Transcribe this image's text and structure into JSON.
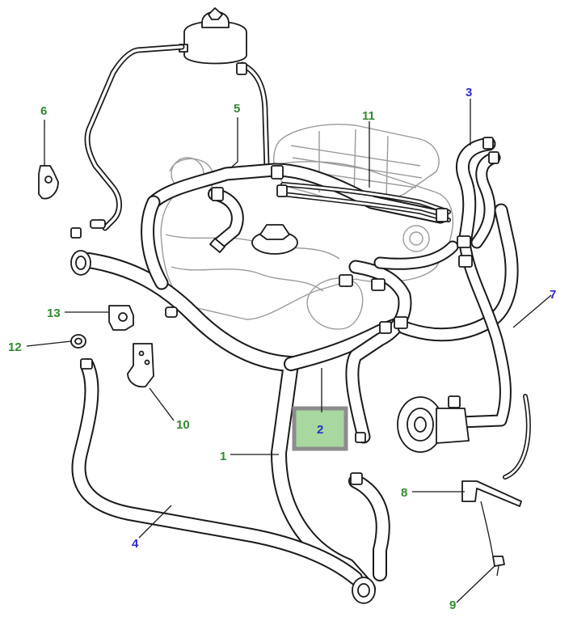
{
  "labels": {
    "1": "1",
    "2": "2",
    "3": "3",
    "4": "4",
    "5": "5",
    "6": "6",
    "7": "7",
    "8": "8",
    "9": "9",
    "10": "10",
    "11": "11",
    "12": "12",
    "13": "13"
  },
  "colors": {
    "callout_green": "#2e8b2e",
    "callout_blue": "#2b2bcc",
    "highlight_fill": "#a8d8a0",
    "highlight_border": "#8c8c8c",
    "line": "#1a1a1a",
    "engine_outline": "#9a9a9a"
  },
  "highlighted_callout": "2"
}
